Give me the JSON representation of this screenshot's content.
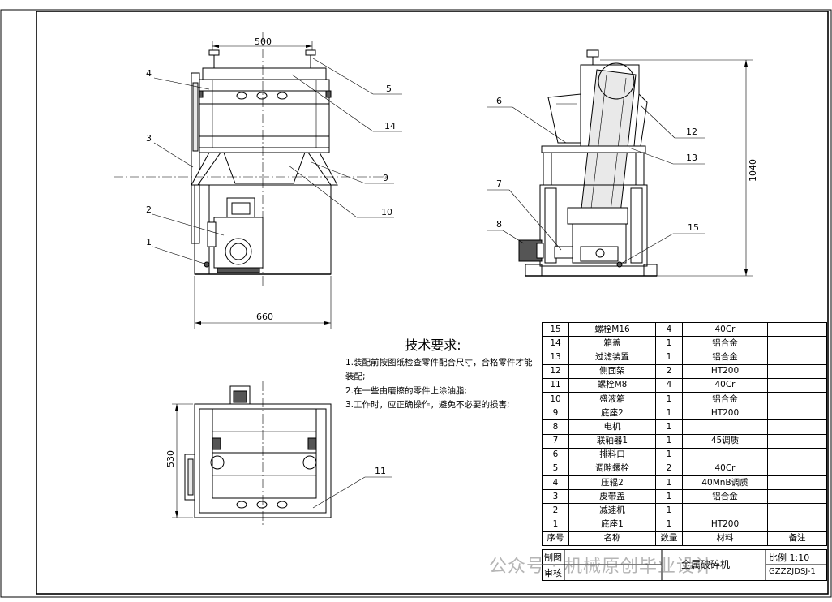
{
  "dimensions": {
    "top_width": "500",
    "base_width": "660",
    "height": "1040",
    "depth": "530"
  },
  "balloons": {
    "front_left": [
      "4",
      "3",
      "2",
      "1"
    ],
    "front_right": [
      "5",
      "14",
      "9",
      "10"
    ],
    "side": [
      "6",
      "7",
      "8",
      "12",
      "13",
      "15"
    ],
    "plan": [
      "11"
    ]
  },
  "requirements": {
    "title": "技术要求:",
    "items": [
      "1.装配前按图纸检查零件配合尺寸，合格零件才能装配;",
      "2.在一些由磨擦的零件上涂油脂;",
      "3.工作时，应正确操作，避免不必要的损害;"
    ]
  },
  "bom": {
    "rows": [
      {
        "no": "15",
        "name": "螺栓M16",
        "qty": "4",
        "material": "40Cr",
        "note": ""
      },
      {
        "no": "14",
        "name": "箱盖",
        "qty": "1",
        "material": "铝合金",
        "note": ""
      },
      {
        "no": "13",
        "name": "过滤装置",
        "qty": "1",
        "material": "铝合金",
        "note": ""
      },
      {
        "no": "12",
        "name": "侧面架",
        "qty": "2",
        "material": "HT200",
        "note": ""
      },
      {
        "no": "11",
        "name": "螺栓M8",
        "qty": "4",
        "material": "40Cr",
        "note": ""
      },
      {
        "no": "10",
        "name": "盛液箱",
        "qty": "1",
        "material": "铝合金",
        "note": ""
      },
      {
        "no": "9",
        "name": "底座2",
        "qty": "1",
        "material": "HT200",
        "note": ""
      },
      {
        "no": "8",
        "name": "电机",
        "qty": "1",
        "material": "",
        "note": ""
      },
      {
        "no": "7",
        "name": "联轴器1",
        "qty": "1",
        "material": "45调质",
        "note": ""
      },
      {
        "no": "6",
        "name": "排料口",
        "qty": "1",
        "material": "",
        "note": ""
      },
      {
        "no": "5",
        "name": "调隙螺栓",
        "qty": "2",
        "material": "40Cr",
        "note": ""
      },
      {
        "no": "4",
        "name": "压辊2",
        "qty": "1",
        "material": "40MnB调质",
        "note": ""
      },
      {
        "no": "3",
        "name": "皮带盖",
        "qty": "1",
        "material": "铝合金",
        "note": ""
      },
      {
        "no": "2",
        "name": "减速机",
        "qty": "1",
        "material": "",
        "note": ""
      },
      {
        "no": "1",
        "name": "底座1",
        "qty": "1",
        "material": "HT200",
        "note": ""
      }
    ],
    "header": {
      "no": "序号",
      "name": "名称",
      "qty": "数量",
      "material": "材料",
      "note": "备注"
    }
  },
  "title_block": {
    "drawn_by": "制图",
    "checked_by": "审核",
    "title": "金属破碎机",
    "scale": "比例 1:10",
    "drawing_no": "GZZZJDSJ-1"
  },
  "watermark": "公众号 · 机械原创毕业设计"
}
